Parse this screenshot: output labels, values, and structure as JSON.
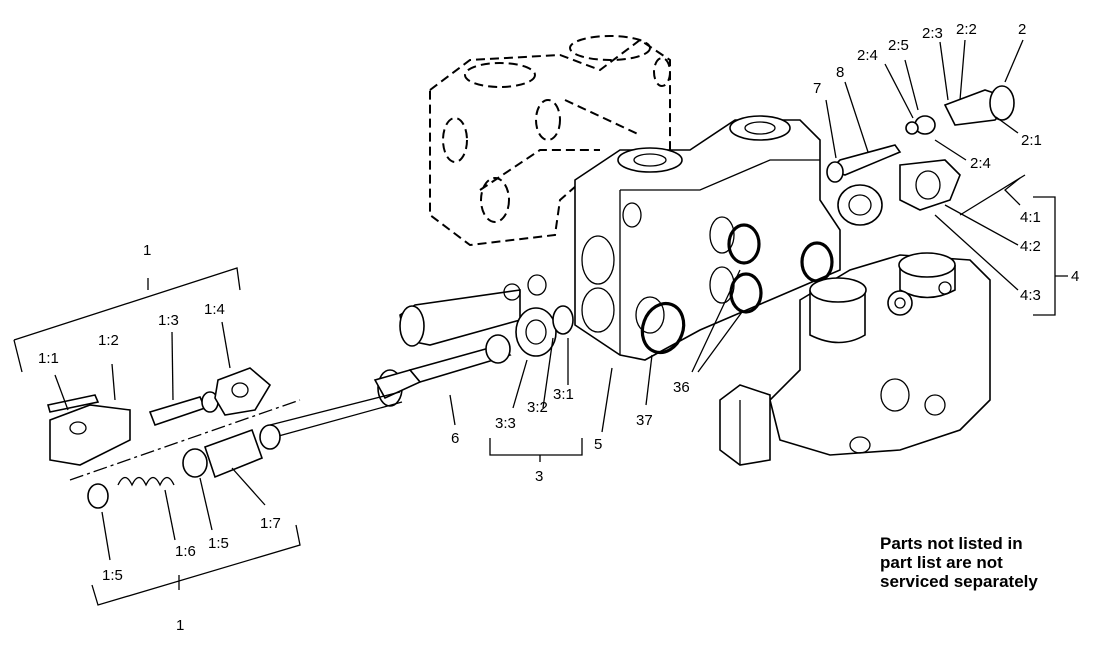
{
  "callouts": {
    "c1_top": "1",
    "c1_1": "1:1",
    "c1_2": "1:2",
    "c1_3": "1:3",
    "c1_4": "1:4",
    "c1_5a": "1:5",
    "c1_5b": "1:5",
    "c1_6": "1:6",
    "c1_7": "1:7",
    "c1_bottom": "1",
    "c2": "2",
    "c2_1": "2:1",
    "c2_2": "2:2",
    "c2_3": "2:3",
    "c2_4a": "2:4",
    "c2_4b": "2:4",
    "c2_5": "2:5",
    "c3": "3",
    "c3_1": "3:1",
    "c3_2": "3:2",
    "c3_3": "3:3",
    "c4": "4",
    "c4_1": "4:1",
    "c4_2": "4:2",
    "c4_3": "4:3",
    "c5": "5",
    "c6": "6",
    "c7": "7",
    "c8": "8",
    "c36": "36",
    "c37": "37"
  },
  "note": {
    "line1": "Parts not listed in",
    "line2": "part list are not",
    "line3": "serviced separately"
  }
}
